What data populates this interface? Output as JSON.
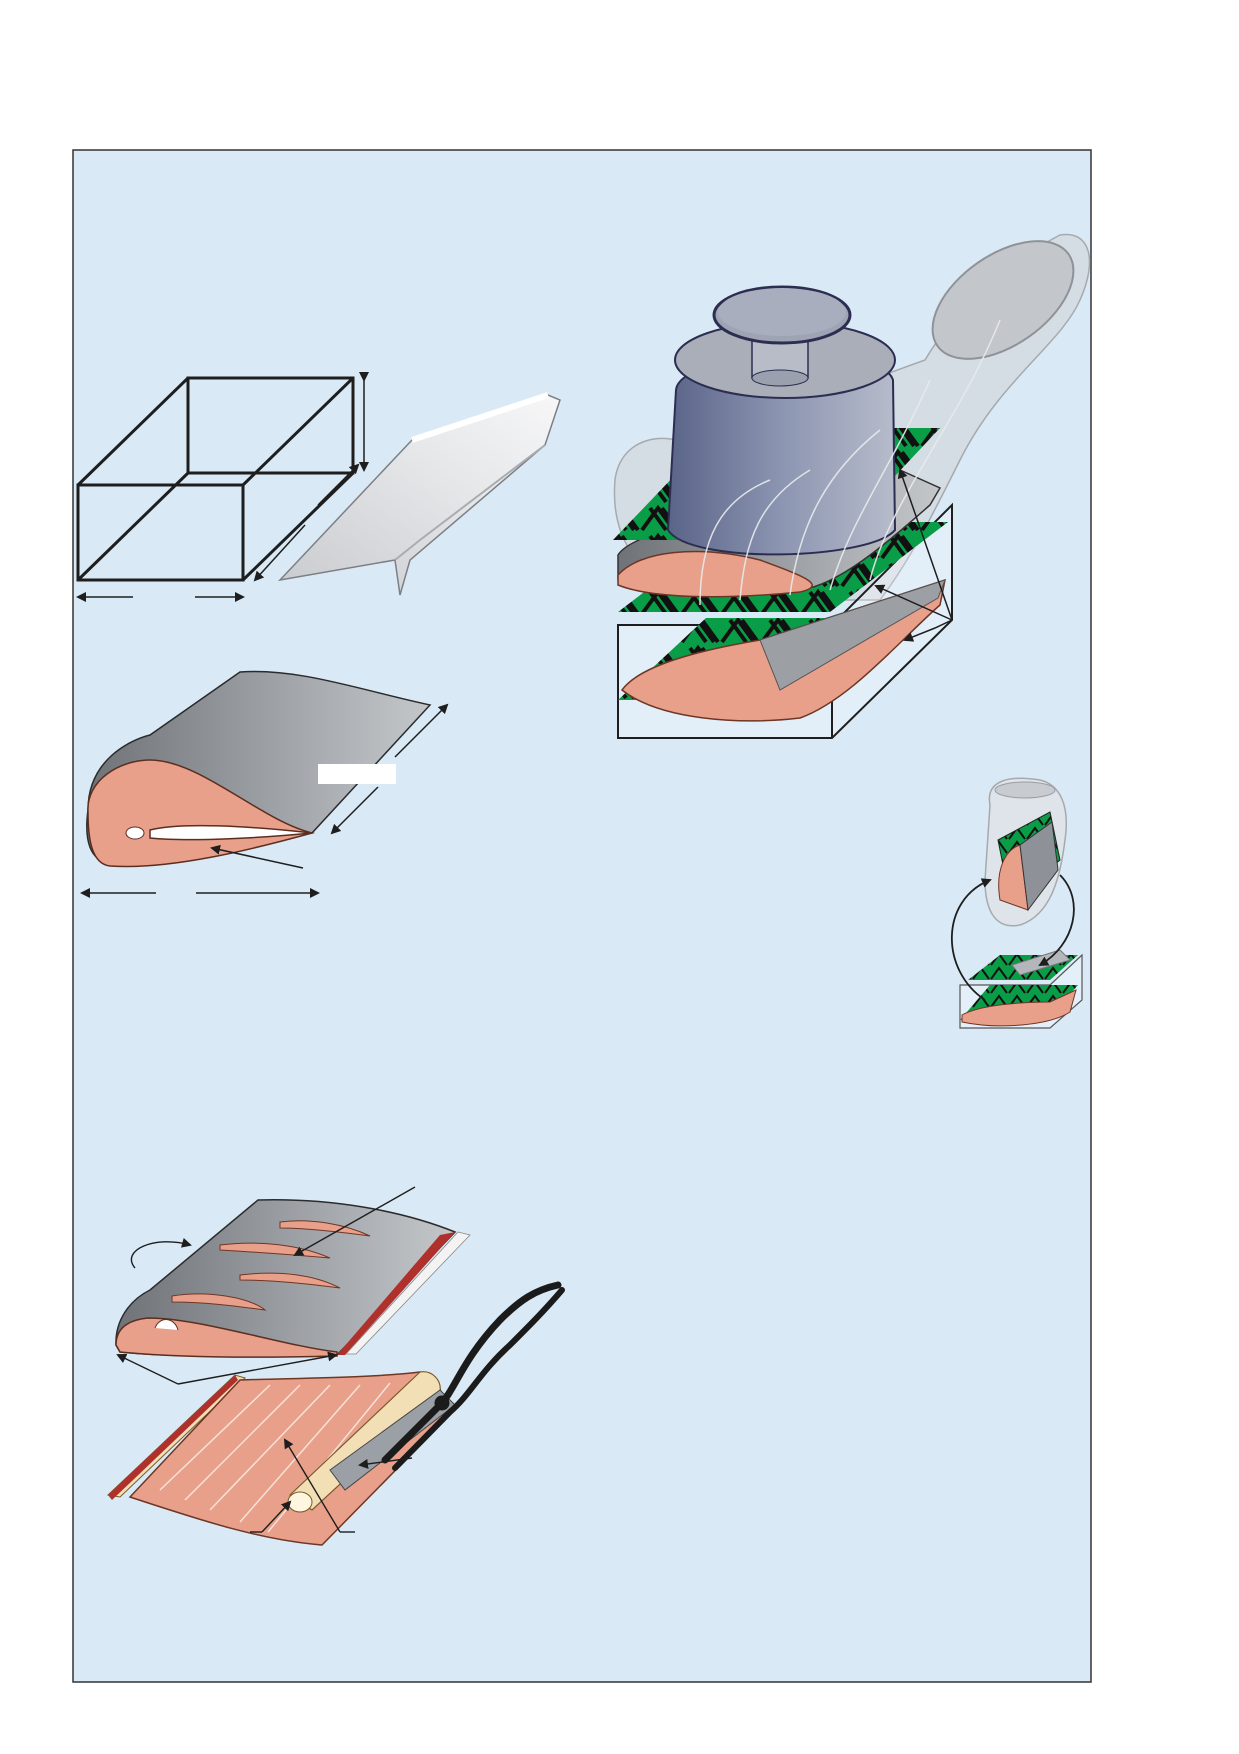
{
  "colors": {
    "panel_background": "#d9eaf6",
    "panel_border": "#333333",
    "line": "#1e1e1e",
    "silicone_grey": "#8e9298",
    "silicone_light": "#c9cbce",
    "foil_light": "#d8dadd",
    "flesh_salmon": "#e8a08a",
    "flesh_edge": "#7a3b2a",
    "mesh_green": "#0a9d47",
    "mesh_pattern": "#111111",
    "weight_steel": "#8890a8",
    "weight_cap_dark": "#2d2d52",
    "vacuum_bag": "#c8cbd0",
    "tube_cream": "#f3dfb6",
    "strip_red": "#b0302c",
    "pliers_black": "#1b1b1b",
    "label_plate": "#ffffff"
  },
  "panels": [
    {
      "name": "mould-box-and-foil",
      "icon": "wireframe-box-icon"
    },
    {
      "name": "cast-silicone-wing",
      "icon": "wing-section-icon"
    },
    {
      "name": "press-with-weight",
      "icon": "press-weight-icon"
    },
    {
      "name": "small-flip-stage",
      "icon": "flip-stage-icon"
    },
    {
      "name": "slit-wing-and-insert",
      "icon": "pliers-icon"
    }
  ]
}
